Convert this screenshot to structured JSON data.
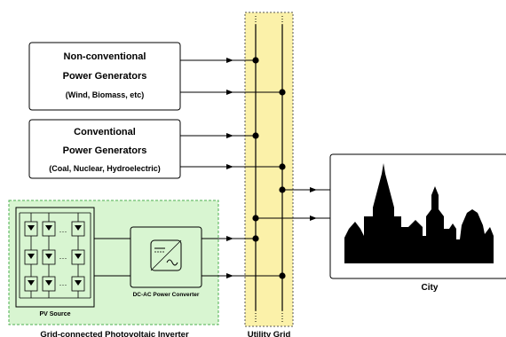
{
  "nonconventional": {
    "line1": "Non-conventional",
    "line2": "Power Generators",
    "line3": "(Wind, Biomass, etc)"
  },
  "conventional": {
    "line1": "Conventional",
    "line2": "Power Generators",
    "line3": "(Coal, Nuclear, Hydroelectric)"
  },
  "pv_inverter": {
    "pv_source_label": "PV Source",
    "converter_label": "DC-AC Power Converter",
    "caption": "Grid-connected Photovoltaic Inverter"
  },
  "utility_grid": {
    "caption": "Utility Grid"
  },
  "city": {
    "caption": "City"
  },
  "colors": {
    "grid_fill": "#fbf1a9",
    "inverter_fill": "#d8f5d1",
    "inverter_border": "#4caf50",
    "city_fill": "#000000"
  }
}
